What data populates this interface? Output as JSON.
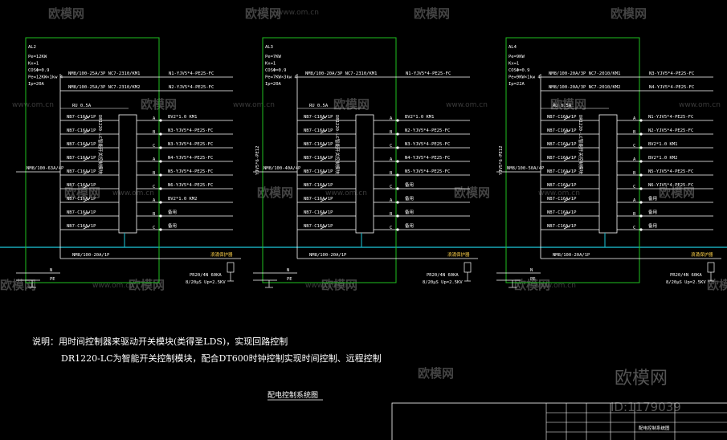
{
  "watermark": {
    "brand": "欧模网",
    "url": "www.om.cn",
    "id": "ID:1179039"
  },
  "panels": [
    {
      "name": "AL2",
      "params": [
        "Pe=12KW",
        "Kx=1",
        "COSΦ=0.9",
        "Pe=12KW×1kw 4",
        "Ip=20A"
      ],
      "incoming": "NM8/100-63A/4P",
      "top_breakers": [
        "NM8/100-25A/3P NC7-2310/KM1",
        "NM8/100-25A/3P NC7-2310/KM2"
      ],
      "top_cables": [
        "N1-YJV5*4-PE25-FC",
        "N2-YJV5*4-PE25-FC"
      ],
      "fuse": "RU 0.5A",
      "breakers": [
        "NB7-C16A/1P",
        "NB7-C16A/1P",
        "NB7-C16A/1P",
        "NB7-C16A/1P",
        "NB7-C16A/1P",
        "NB7-C16A/1P",
        "NB7-C16A/1P",
        "NB7-C16A/1P",
        "NB7-C16A/1P"
      ],
      "phases": [
        "A",
        "B",
        "C",
        "A",
        "B",
        "C",
        "A",
        "B",
        "C"
      ],
      "outputs": [
        "BV2*1.0  KM1",
        "N3-YJV5*4-PE25-FC",
        "N3-YJV5*4-PE25-FC",
        "N4-YJV5*4-PE25-FC",
        "N5-YJV5*4-PE25-FC",
        "N6-YJV5*4-PE25-FC",
        "BV2*1.0  KM2",
        "备用",
        "备用"
      ],
      "bottom_breaker": "NM8/100-20A/1P",
      "spd": [
        "PR20/4N 60KA",
        "8/20μS Up=2.5KV"
      ],
      "spd_tag": "浪涌保护器",
      "module": "DR1220-LC智能开关控制模块",
      "n_label": "N",
      "pe_label": "PE"
    },
    {
      "name": "AL3",
      "params": [
        "Pe=7KW",
        "Kx=1",
        "COSΦ=0.9",
        "Pe=7KW×3kw 4",
        "Ip=20A"
      ],
      "incoming": "NM8/100-40A/4P",
      "feeder_cable": "YJV5*6-PE12",
      "top_breakers": [
        "NM8/100-20A/3P NC7-2310/KM1"
      ],
      "top_cables": [
        "N1-YJV5*4-PE25-FC"
      ],
      "fuse": "RU 0.5A",
      "breakers": [
        "NB7-C16A/1P",
        "NB7-C16A/1P",
        "NB7-C16A/1P",
        "NB7-C16A/1P",
        "NB7-C16A/1P",
        "NB7-C16A/1P",
        "NB7-C16A/1P",
        "NB7-C16A/1P",
        "NB7-C16A/1P"
      ],
      "phases": [
        "A",
        "B",
        "C",
        "A",
        "B",
        "C",
        "A",
        "B",
        "C"
      ],
      "outputs": [
        "BV2*1.0  KM1",
        "N2-YJV5*4-PE25-FC",
        "N3-YJV5*4-PE25-FC",
        "N4-YJV5*4-PE25-FC",
        "N5-YJV5*4-PE25-FC",
        "备用",
        "备用",
        "备用",
        "备用"
      ],
      "bottom_breaker": "NM8/100-20A/1P",
      "spd": [
        "PR20/4N 60KA",
        "8/20μS Up=2.5KV"
      ],
      "spd_tag": "浪涌保护器",
      "module": "DR1220-LC智能开关控制模块",
      "n_label": "N",
      "pe_label": "PE"
    },
    {
      "name": "AL4",
      "params": [
        "Pe=9KW",
        "Kx=1",
        "COSΦ=0.9",
        "Pe=9KW×1kw 4",
        "Ip=22A"
      ],
      "incoming": "NM8/100-50A/4P",
      "feeder_cable": "YJV5*6-PE12",
      "top_breakers": [
        "NM8/100-20A/3P NC7-2010/KM1",
        "NM8/100-20A/3P NC7-2010/KM2"
      ],
      "top_cables": [
        "N3-YJV5*4-PE25-FC",
        "N4-YJV5*4-PE25-FC"
      ],
      "fuse": "RU 0.5A",
      "breakers": [
        "NB7-C16A/1P",
        "NB7-C16A/1P",
        "NB7-C16A/1P",
        "NB7-C16A/1P",
        "NB7-C16A/1P",
        "NB7-C16A/1P",
        "NB7-C16A/1P",
        "NB7-C16A/1P",
        "NB7-C16A/1P"
      ],
      "phases": [
        "A",
        "B",
        "C",
        "A",
        "B",
        "C",
        "A",
        "B",
        "C"
      ],
      "outputs": [
        "N1-YJV5*4-PE25-FC",
        "N2-YJV5*4-PE25-FC",
        "BV2*1.0  KM1",
        "BV2*1.0  KM2",
        "N5-YJV5*4-PE25-FC",
        "N6-YJV5*4-PE25-FC",
        "备用",
        "备用",
        "备用"
      ],
      "bottom_breaker": "NM8/100-20A/1P",
      "spd": [
        "PR20/4N 60KA",
        "8/20μS Up=2.5KV"
      ],
      "spd_tag": "浪涌保护器",
      "module": "DR1220-LC智能开关控制模块",
      "n_label": "N",
      "pe_label": "PE"
    }
  ],
  "notes": {
    "line1": "说明：用时间控制器来驱动开关模块(类得圣LDS)，实现回路控制",
    "line2": "DR1220-LC为智能开关控制模块，配合DT600时钟控制实现时间控制、远程控制"
  },
  "diagram_title": "配电控制系统图",
  "titleblock": {
    "cell": "配电控制系统图"
  },
  "colors": {
    "frame": "#20c020",
    "bus": "#18a8b8",
    "line": "#ffffff",
    "label": "#ffd24a",
    "background": "#000000"
  }
}
